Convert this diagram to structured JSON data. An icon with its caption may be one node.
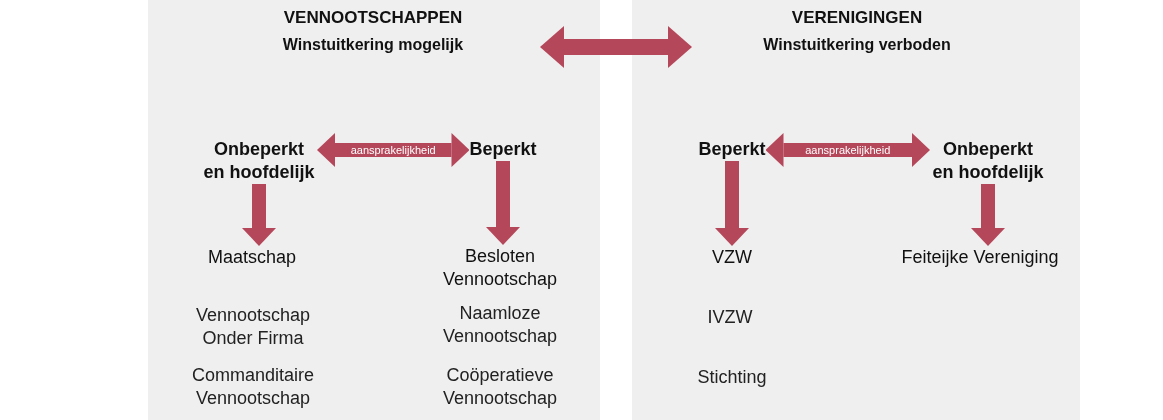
{
  "diagram": {
    "nodes": [
      {
        "text": [],
        "shape": "box"
      },
      {
        "text": [
          "VENNOOTSCHAPPEN",
          "Winstuitkering mogelijk"
        ],
        "in": 0
      },
      {
        "text": [
          "Onbeperkt en hoofdelijk"
        ],
        "in": 0
      },
      {
        "text": [
          "Beperkt"
        ],
        "in": 0
      },
      {
        "text": [
          "Maatschap"
        ],
        "in": 0
      },
      {
        "text": [
          "Besloten Vennootschap"
        ],
        "in": 0
      },
      {
        "text": [],
        "shape": "box"
      },
      {
        "text": [
          "VERENIGINGEN",
          "Winstuitkering verboden"
        ],
        "in": 6
      },
      {
        "text": [
          "Beperkt"
        ],
        "in": 6
      },
      {
        "text": [
          "Onbeperkt en hoofdelijk"
        ],
        "in": 6
      },
      {
        "text": [
          "VZW"
        ],
        "in": 6
      },
      {
        "text": [
          "Feiteijke Vereniging"
        ],
        "in": 6
      }
    ],
    "edges": [
      {
        "from": 1,
        "to": 7,
        "arrow": "both"
      },
      {
        "from": 2,
        "to": 3,
        "arrow": "both",
        "label": "aansprakelijkheid"
      },
      {
        "from": 2,
        "to": 4,
        "arrow": "to"
      },
      {
        "from": 3,
        "to": 5,
        "arrow": "to"
      },
      {
        "from": 8,
        "to": 9,
        "arrow": "both",
        "label": "aansprakelijkheid"
      },
      {
        "from": 8,
        "to": 10,
        "arrow": "to"
      },
      {
        "from": 9,
        "to": 11,
        "arrow": "to"
      }
    ],
    "labels": [
      "Vennootschap Onder Firma",
      "Naamloze Vennootschap",
      "Commanditaire Vennootschap",
      "Coöperatieve Vennootschap",
      "IVZW",
      "Stichting"
    ]
  }
}
